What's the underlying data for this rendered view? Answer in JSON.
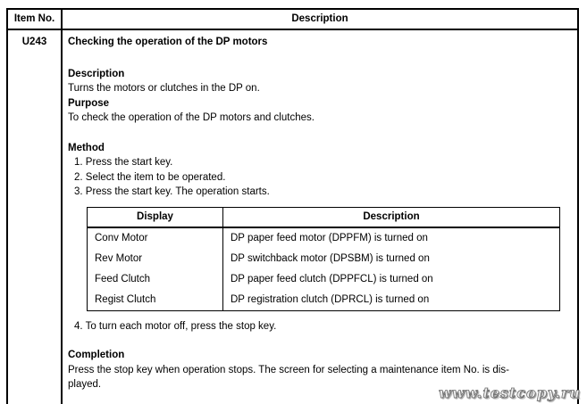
{
  "table": {
    "header": {
      "item_no": "Item No.",
      "description": "Description"
    },
    "row": {
      "item_no": "U243",
      "title": "Checking the operation of the DP motors",
      "description_heading": "Description",
      "description_text": "Turns the motors or clutches in the DP on.",
      "purpose_heading": "Purpose",
      "purpose_text": "To check the operation of the DP motors and clutches.",
      "method_heading": "Method",
      "method_steps": [
        "1. Press the start key.",
        "2. Select the item to be operated.",
        "3. Press the start key. The operation starts."
      ],
      "inner_table": {
        "display_header": "Display",
        "description_header": "Description",
        "rows": [
          [
            "Conv Motor",
            "DP paper feed motor (DPPFM) is turned on"
          ],
          [
            "Rev Motor",
            "DP switchback motor (DPSBM) is turned on"
          ],
          [
            "Feed Clutch",
            "DP paper feed clutch (DPPFCL) is turned on"
          ],
          [
            "Regist Clutch",
            "DP registration clutch (DPRCL) is turned on"
          ]
        ]
      },
      "step_after_table": "4. To turn each motor off, press the stop key.",
      "completion_heading": "Completion",
      "completion_lines": [
        "Press the stop key when operation stops. The screen for selecting a maintenance item No. is dis-",
        "played."
      ]
    }
  },
  "watermark": "www.testcopy.ru"
}
